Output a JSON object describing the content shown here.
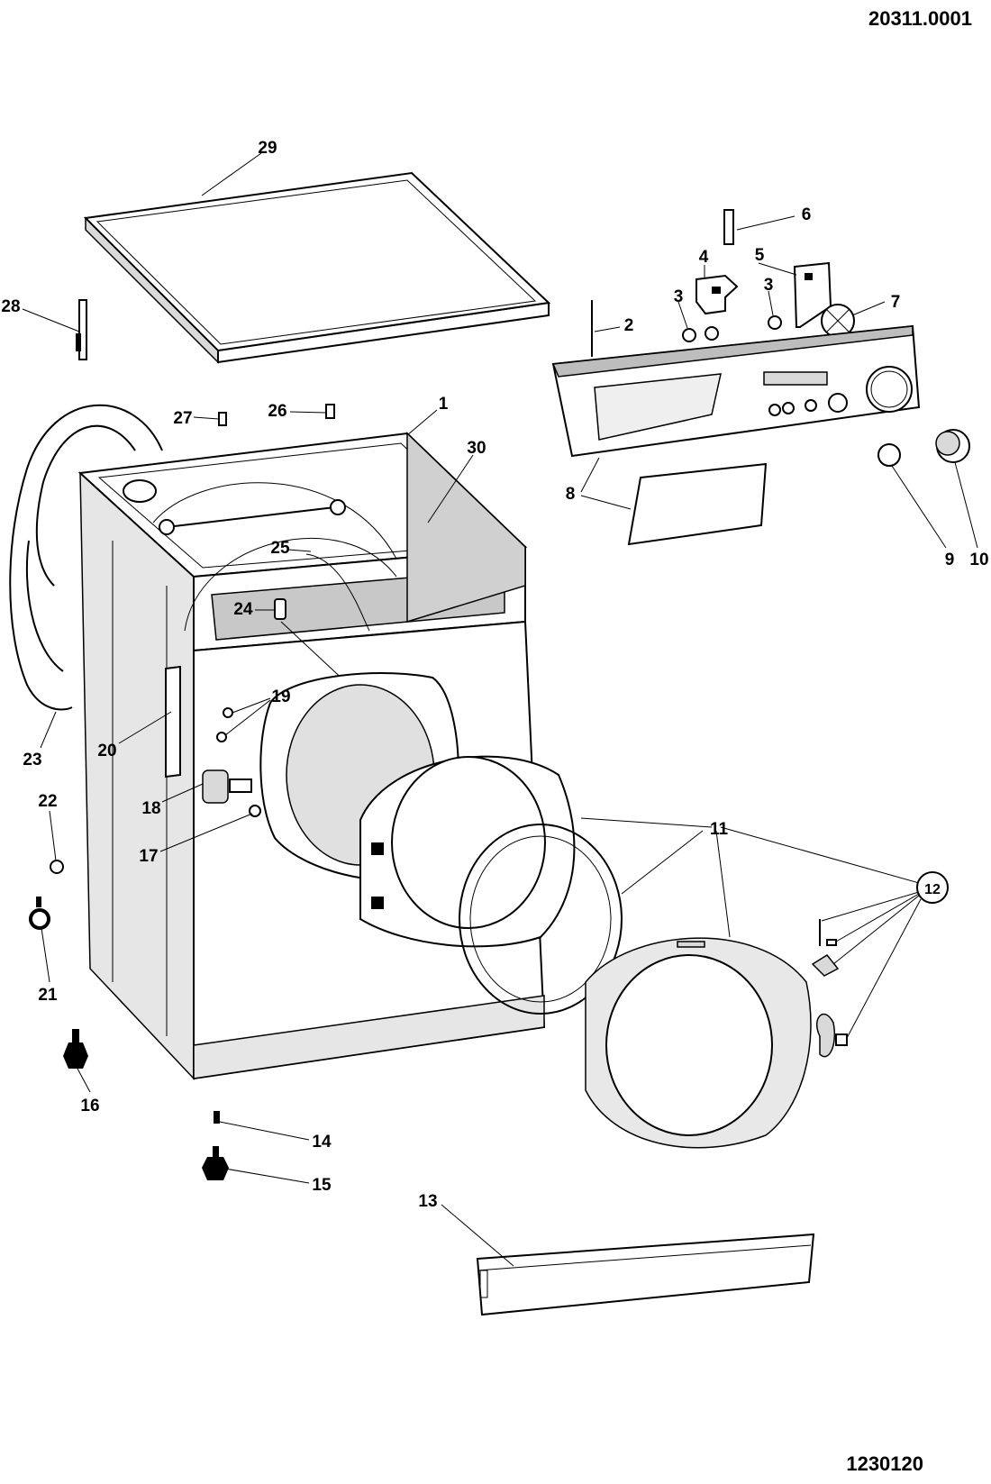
{
  "diagram": {
    "sheet_code": "20311.0001",
    "drawing_number": "1230120",
    "callouts": {
      "c1": "1",
      "c2": "2",
      "c3a": "3",
      "c3b": "3",
      "c4": "4",
      "c5": "5",
      "c6": "6",
      "c7": "7",
      "c8": "8",
      "c9": "9",
      "c10": "10",
      "c11": "11",
      "c12": "12",
      "c13": "13",
      "c14": "14",
      "c15": "15",
      "c16": "16",
      "c17": "17",
      "c18": "18",
      "c19": "19",
      "c20": "20",
      "c21": "21",
      "c22": "22",
      "c23": "23",
      "c24": "24",
      "c25": "25",
      "c26": "26",
      "c27": "27",
      "c28": "28",
      "c29": "29",
      "c30": "30"
    }
  }
}
